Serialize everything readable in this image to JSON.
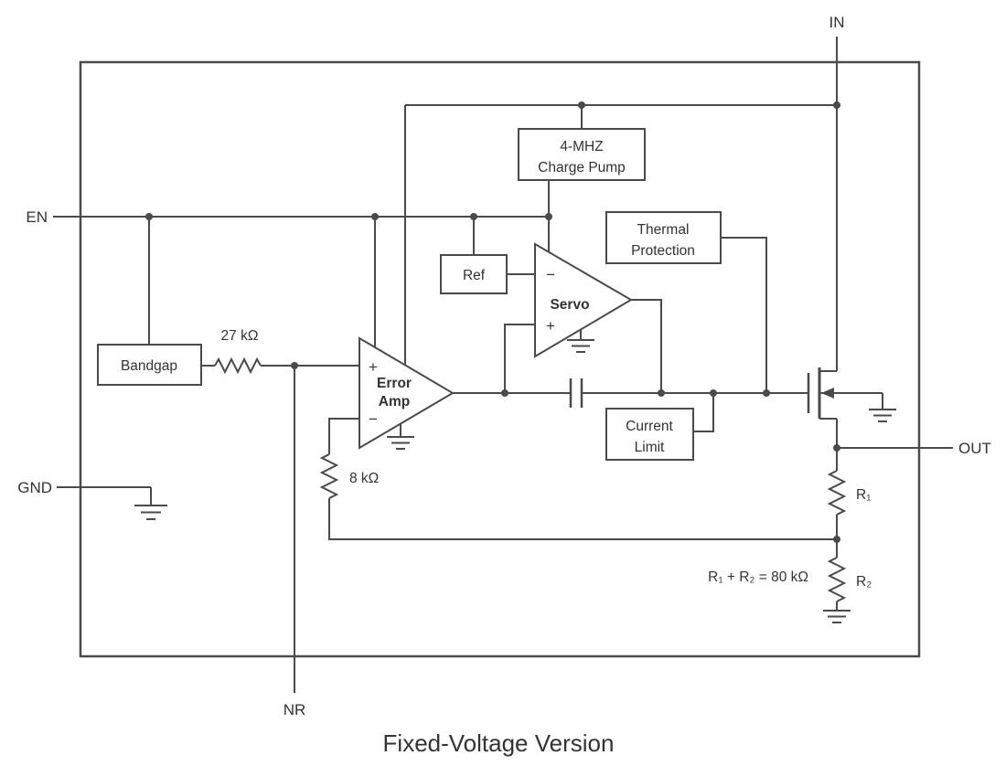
{
  "title": "Fixed-Voltage Version",
  "colors": {
    "stroke": "#4a4a4a",
    "text": "#333333",
    "bg": "#ffffff"
  },
  "pins": {
    "in": "IN",
    "en": "EN",
    "gnd": "GND",
    "out": "OUT",
    "nr": "NR"
  },
  "blocks": {
    "charge_pump_line1": "4-MHZ",
    "charge_pump_line2": "Charge Pump",
    "thermal_line1": "Thermal",
    "thermal_line2": "Protection",
    "ref": "Ref",
    "bandgap": "Bandgap",
    "current_limit_line1": "Current",
    "current_limit_line2": "Limit",
    "servo": "Servo",
    "error_amp_line1": "Error",
    "error_amp_line2": "Amp"
  },
  "labels": {
    "r27k": "27 kΩ",
    "r8k": "8 kΩ",
    "r1": "R₁",
    "r2": "R₂",
    "divider_note": "R₁ + R₂ = 80 kΩ",
    "servo_minus": "−",
    "servo_plus": "+",
    "error_amp_plus": "+",
    "error_amp_minus": "−"
  }
}
